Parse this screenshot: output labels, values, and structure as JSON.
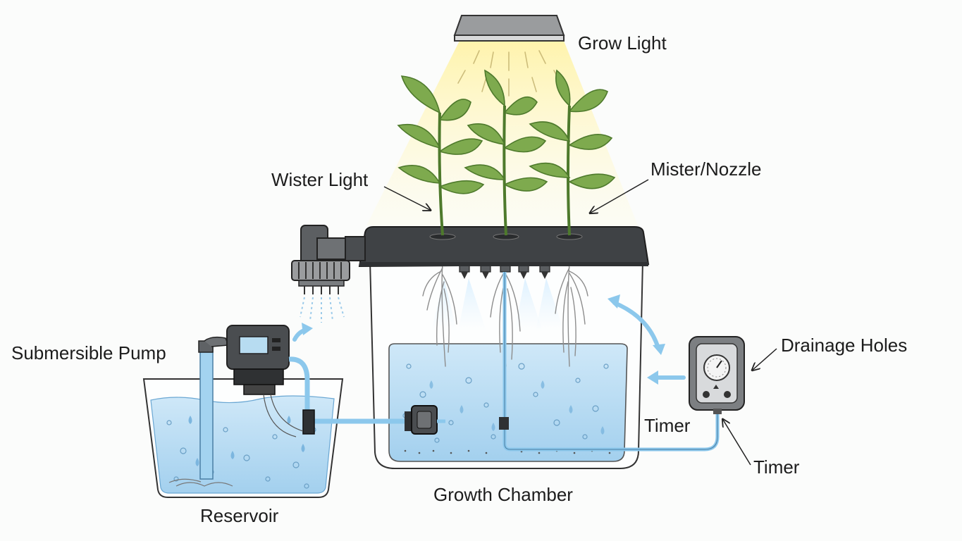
{
  "labels": {
    "grow_light": "Grow Light",
    "wister_light": "Wister Light",
    "mister_nozzle": "Mister/Nozzle",
    "submersible_pump": "Submersible Pump",
    "drainage_holes": "Drainage Holes",
    "timer_left": "Timer",
    "timer_right": "Timer",
    "reservoir": "Reservoir",
    "growth_chamber": "Growth Chamber"
  },
  "colors": {
    "water": "#a9d4ef",
    "water_dark": "#6fb0de",
    "tube": "#8cc8ec",
    "leaf": "#7eaa4e",
    "leaf_dark": "#4e7a2c",
    "lid": "#45484b",
    "light_glow": "#fff4b8",
    "arrow": "#8cc8ec"
  },
  "icons": [
    "grow-light-icon",
    "submersible-pump-icon",
    "mister-head-icon",
    "timer-dial-icon",
    "flow-controller-icon",
    "plant-icon",
    "root-icon"
  ]
}
